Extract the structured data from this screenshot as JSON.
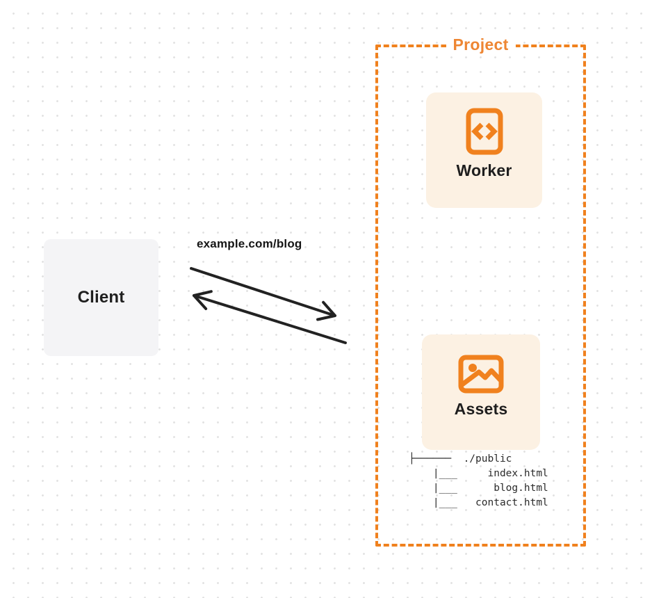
{
  "diagram": {
    "client": {
      "label": "Client"
    },
    "request_label": "example.com/blog",
    "project": {
      "label": "Project",
      "worker": {
        "label": "Worker",
        "icon": "code-document-icon"
      },
      "assets": {
        "label": "Assets",
        "icon": "image-icon"
      },
      "file_tree": "├──────  ./public\n    |___     index.html\n    |___      blog.html\n    |___   contact.html"
    },
    "colors": {
      "accent_orange": "#f0811e",
      "card_background": "#fcf1e3",
      "client_background": "#f4f4f6",
      "arrow": "#222222",
      "dark_text": "#1f1f1f",
      "dot_grid": "#e2e2e2"
    }
  }
}
